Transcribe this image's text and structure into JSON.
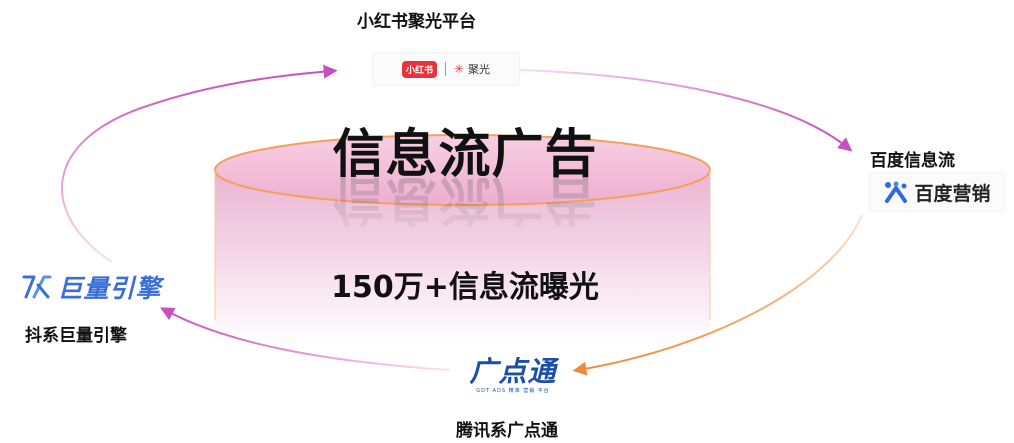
{
  "center": {
    "title": "信息流广告",
    "metric": "150万+信息流曝光"
  },
  "platforms": {
    "xiaohongshu": {
      "label": "小红书聚光平台",
      "logo_badge": "小红书",
      "logo_text": "聚光",
      "badge_color": "#e8323c"
    },
    "baidu": {
      "label": "百度信息流",
      "logo_text": "百度营销",
      "accent_color": "#2d6be6"
    },
    "tencent": {
      "label": "腾讯系广点通",
      "logo_text": "广点通",
      "logo_sub": "GDT ADS 精准 营销 平台",
      "accent_color": "#1c4fa8"
    },
    "douyin": {
      "label": "抖系巨量引擎",
      "logo_text": "巨量引擎",
      "accent_color": "#3b6fd8"
    }
  },
  "colors": {
    "cylinder_top": "#f3bfd9",
    "cylinder_rim": "#f3a05c",
    "arrow_purple": "#c84fc0",
    "arrow_orange": "#f08a3a"
  },
  "icons": [
    "xiaohongshu-logo-icon",
    "baidu-logo-icon",
    "gdt-logo-icon",
    "ocean-engine-logo-icon"
  ]
}
